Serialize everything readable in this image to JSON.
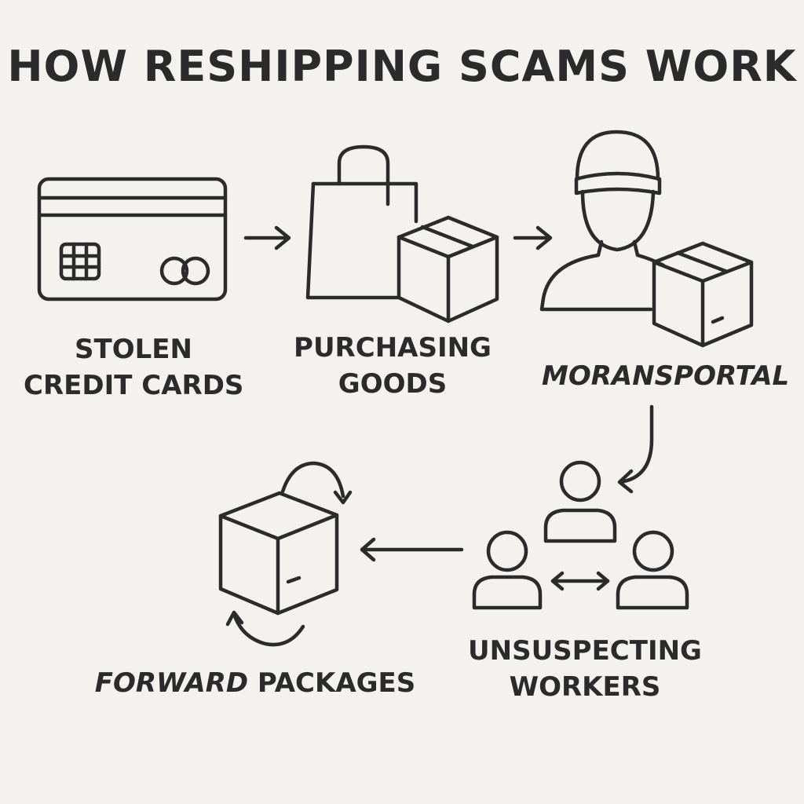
{
  "title": "HOW RESHIPPING SCAMS WORK",
  "steps": [
    {
      "line1": "STOLEN",
      "line2": "CREDIT CARDS"
    },
    {
      "line1": "PURCHASING",
      "line2": "GOODS"
    },
    {
      "line1": "MORANSPORTAL"
    },
    {
      "line1": "UNSUSPECTING",
      "line2": "WORKERS"
    },
    {
      "emphasis": "FORWARD",
      "rest": "PACKAGES"
    }
  ],
  "colors": {
    "background": "#f3f2ee",
    "ink": "#2b2b2b"
  }
}
